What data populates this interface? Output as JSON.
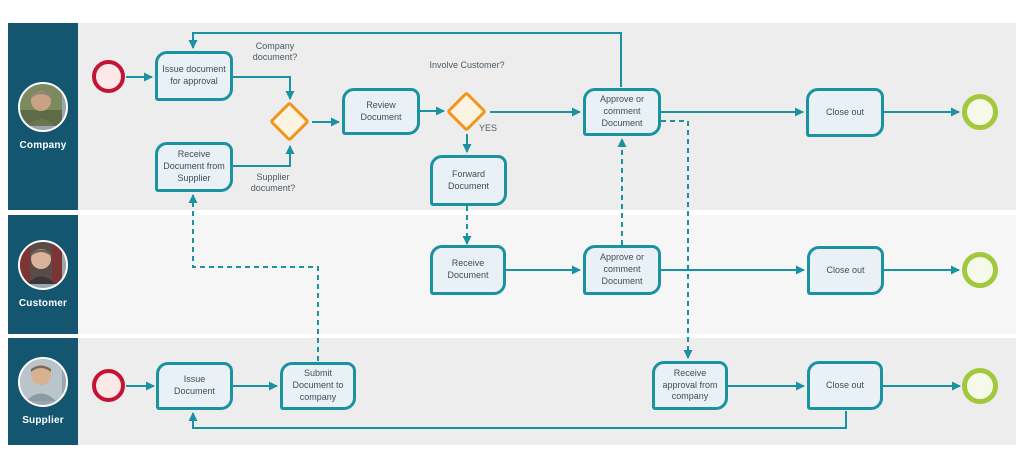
{
  "diagram": {
    "lanes": [
      {
        "label": "Company"
      },
      {
        "label": "Customer"
      },
      {
        "label": "Supplier"
      }
    ]
  },
  "nodes": {
    "issue_document_for_approval": "Issue document for approval",
    "receive_document_from_supplier": "Receive Document from Supplier",
    "review_document": "Review Document",
    "forward_document": "Forward Document",
    "approve_or_comment_company": "Approve or comment Document",
    "close_out_company": "Close out",
    "receive_document": "Receive Document",
    "approve_or_comment_customer": "Approve or comment Document",
    "close_out_customer": "Close out",
    "issue_document": "Issue Document",
    "submit_document_to_company": "Submit Document to company",
    "receive_approval_from_company": "Receive approval from company",
    "close_out_supplier": "Close out"
  },
  "annotations": {
    "company_document": "Company document?",
    "supplier_document": "Supplier document?",
    "involve_customer": "Involve Customer?",
    "yes": "YES"
  },
  "colors": {
    "lane_header": "#14566f",
    "teal_stroke": "#1b92a1",
    "task_fill": "#eaf1f6",
    "gateway_stroke": "#f0961e",
    "gateway_fill": "#fdf3e1",
    "start_event_stroke": "#c41334",
    "start_event_fill": "#fbe9e7",
    "end_event_stroke": "#a2c83d",
    "end_event_fill": "#f6f9ea",
    "lane_gray": "#ededed",
    "lane_light": "#f6f6f6"
  }
}
